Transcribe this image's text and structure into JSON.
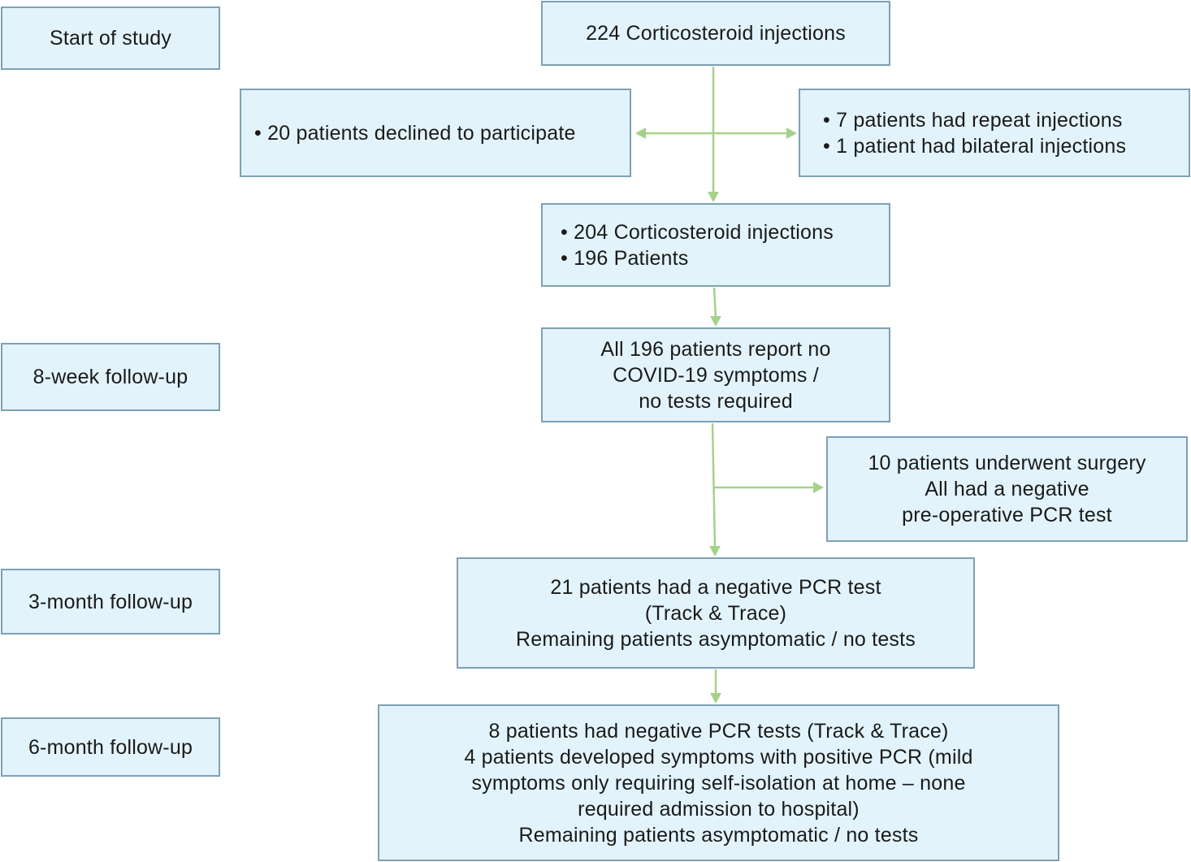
{
  "stages": {
    "start": "Start of study",
    "week8": "8-week follow-up",
    "month3": "3-month follow-up",
    "month6": "6-month follow-up"
  },
  "boxes": {
    "initial": [
      "224 Corticosteroid injections"
    ],
    "declined": [
      "20 patients declined to participate"
    ],
    "excluded": [
      "7 patients had repeat injections",
      "1 patient had bilateral injections"
    ],
    "included": [
      "204 Corticosteroid injections",
      "196 Patients"
    ],
    "week8_result": [
      "All 196 patients report no",
      "COVID-19 symptoms /",
      "no tests required"
    ],
    "surgery": [
      "10 patients underwent surgery",
      "All had a negative",
      "pre-operative PCR test"
    ],
    "month3_result": [
      "21 patients had a negative PCR test",
      "(Track & Trace)",
      "Remaining patients asymptomatic / no tests"
    ],
    "month6_result": [
      "8 patients had negative PCR tests (Track & Trace)",
      "4 patients developed symptoms with positive PCR (mild",
      "symptoms only requiring self-isolation at home – none",
      "required admission to hospital)",
      "Remaining patients asymptomatic / no tests"
    ]
  },
  "colors": {
    "box_fill": "#e2f3fb",
    "box_border": "#7ea1b3",
    "arrow": "#a5d28a"
  }
}
